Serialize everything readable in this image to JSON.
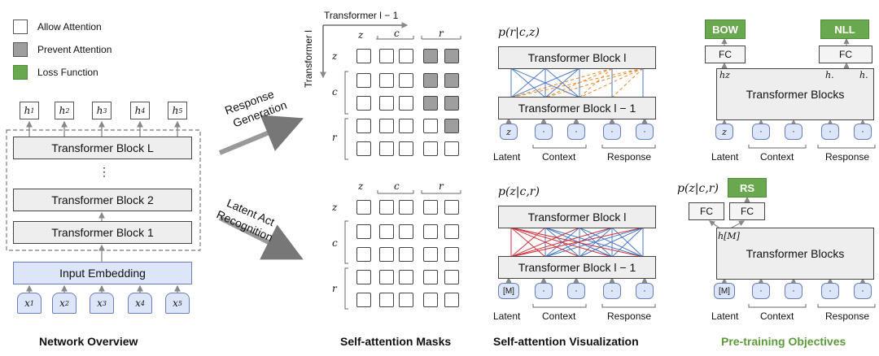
{
  "legend": {
    "allow": "Allow Attention",
    "prevent": "Prevent Attention",
    "loss": "Loss Function",
    "colors": {
      "allow": "#ffffff",
      "prevent": "#9e9e9e",
      "loss": "#6aa84f"
    }
  },
  "overview": {
    "outputs": [
      "h1",
      "h2",
      "h3",
      "h4",
      "h5"
    ],
    "blocks": [
      "Transformer Block L",
      "Transformer Block 2",
      "Transformer Block 1"
    ],
    "ellipsis": "⋮",
    "embedding": "Input Embedding",
    "inputs": [
      "x1",
      "x2",
      "x3",
      "x4",
      "x5"
    ],
    "caption": "Network Overview"
  },
  "arrows": {
    "response_generation": [
      "Response",
      "Generation"
    ],
    "latent_act": [
      "Latent Act",
      "Recognition"
    ]
  },
  "masks": {
    "top_axis_x": "Transformer l − 1",
    "top_axis_y": "Transformer l",
    "col_labels": [
      "z",
      "c",
      "r"
    ],
    "row_labels": [
      "z",
      "c",
      "r"
    ],
    "caption": "Self-attention Masks",
    "top_grid": [
      [
        0,
        0,
        0,
        1,
        1
      ],
      [
        0,
        0,
        0,
        1,
        1
      ],
      [
        0,
        0,
        0,
        1,
        1
      ],
      [
        0,
        0,
        0,
        0,
        1
      ],
      [
        0,
        0,
        0,
        0,
        0
      ]
    ],
    "bottom_grid": [
      [
        0,
        0,
        0,
        0,
        0
      ],
      [
        0,
        0,
        0,
        0,
        0
      ],
      [
        0,
        0,
        0,
        0,
        0
      ],
      [
        0,
        0,
        0,
        0,
        0
      ],
      [
        0,
        0,
        0,
        0,
        0
      ]
    ]
  },
  "visual": {
    "top_formula": "p(r|c,z)",
    "bottom_formula": "p(z|c,r)",
    "block_top": "Transformer Block l",
    "block_bottom": "Transformer Block l − 1",
    "top_tokens": [
      "z",
      "·",
      "·",
      "·",
      "·"
    ],
    "bottom_tokens": [
      "[M]",
      "·",
      "·",
      "·",
      "·"
    ],
    "labels": [
      "Latent",
      "Context",
      "Response"
    ],
    "caption": "Self-attention Visualization",
    "colors": {
      "blue": "#4a78c8",
      "orange": "#e8862a",
      "red": "#d0303a"
    }
  },
  "objectives": {
    "bow": "BOW",
    "nll": "NLL",
    "fc": "FC",
    "hz": "hz",
    "hdot": "h.",
    "hm": "h[M]",
    "blocks": "Transformer Blocks",
    "formula": "p(z|c,r)",
    "rs": "RS",
    "top_tokens": [
      "z",
      "·",
      "·",
      "·",
      "·"
    ],
    "bottom_tokens": [
      "[M]",
      "·",
      "·",
      "·",
      "·"
    ],
    "labels": [
      "Latent",
      "Context",
      "Response"
    ],
    "caption": "Pre-training Objectives",
    "caption_color": "#5c9a3a"
  }
}
